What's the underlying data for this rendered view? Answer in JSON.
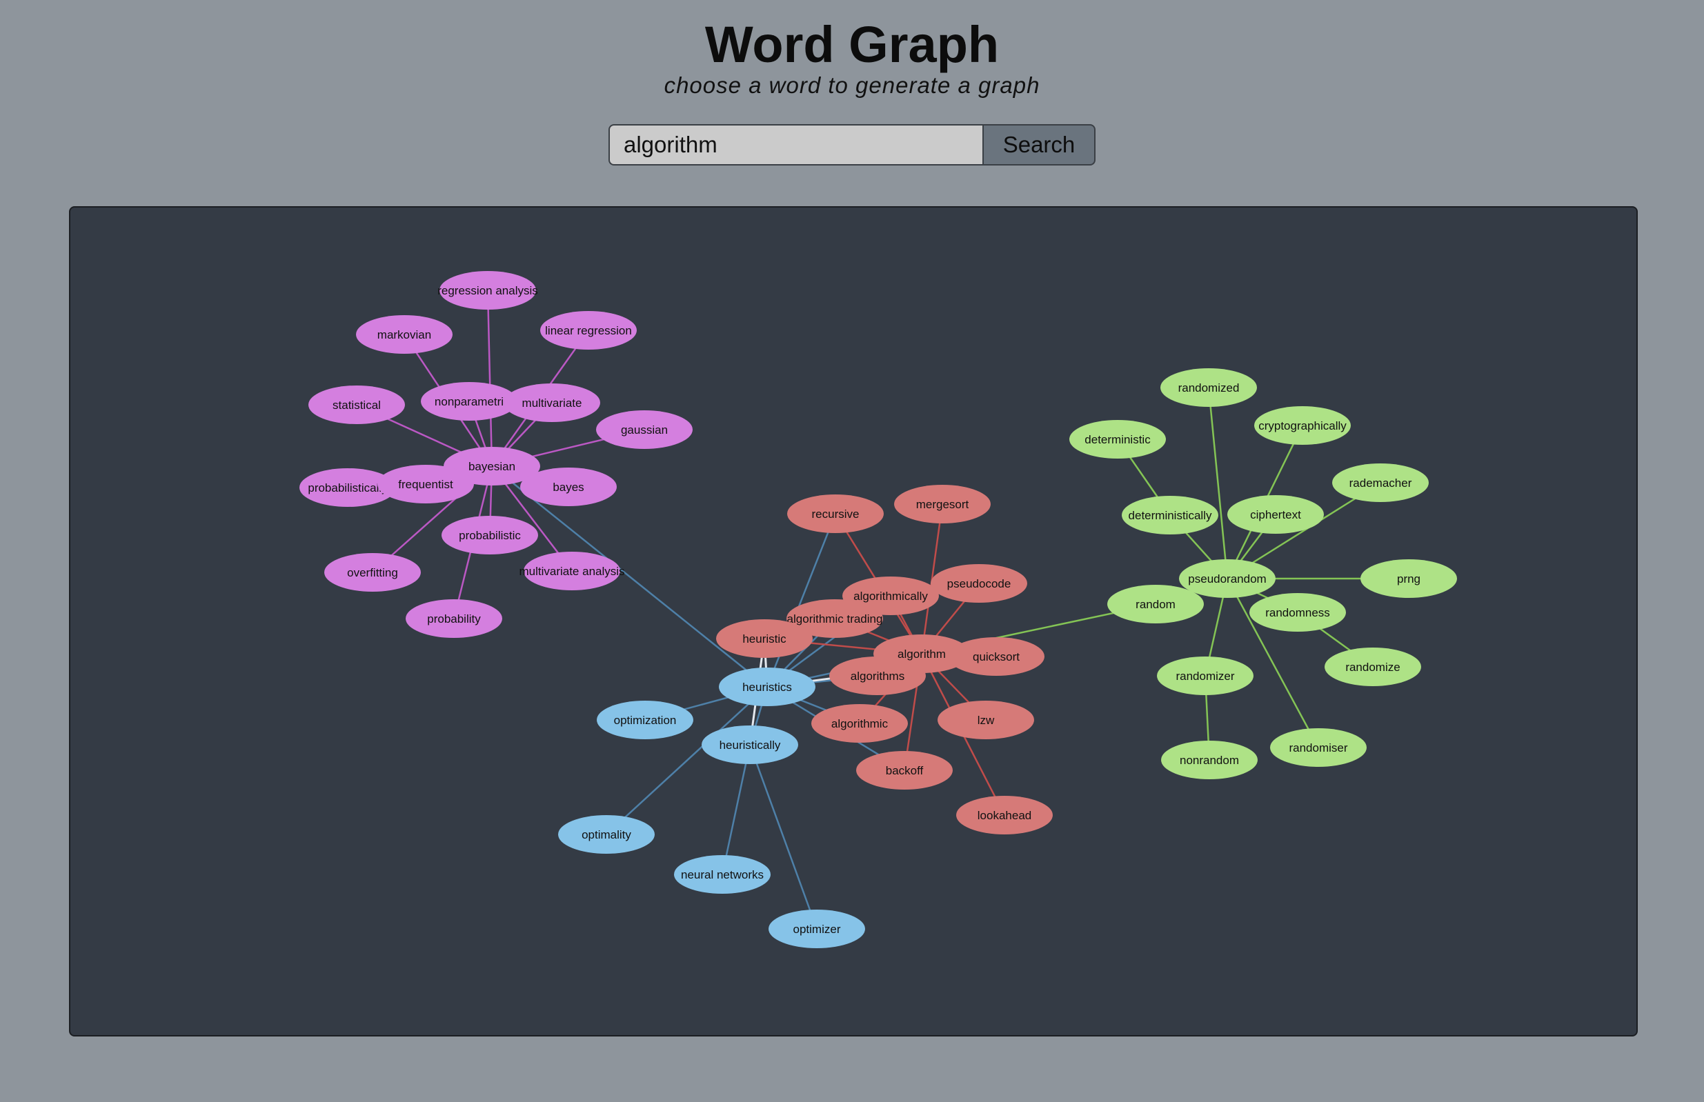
{
  "header": {
    "title": "Word Graph",
    "subtitle": "choose a word to generate a graph"
  },
  "search": {
    "value": "algorithm",
    "button_label": "Search"
  },
  "graph": {
    "colors": {
      "purple": "#d47fdf",
      "red": "#d67a78",
      "blue": "#86c3e8",
      "green": "#aee286",
      "edge_purple": "#bb58c4",
      "edge_red": "#c04c4a",
      "edge_blue": "#4e80a8",
      "edge_green": "#84c455",
      "edge_white": "#e4e8ee",
      "panel_bg": "#343b45"
    },
    "nodes": [
      {
        "id": "bayesian",
        "label": "bayesian",
        "group": "purple"
      },
      {
        "id": "regression analysis",
        "label": "regression analysis",
        "group": "purple"
      },
      {
        "id": "markovian",
        "label": "markovian",
        "group": "purple"
      },
      {
        "id": "linear regression",
        "label": "linear regression",
        "group": "purple"
      },
      {
        "id": "nonparametric",
        "label": "nonparametri",
        "group": "purple"
      },
      {
        "id": "multivariate",
        "label": "multivariate",
        "group": "purple"
      },
      {
        "id": "statistical",
        "label": "statistical",
        "group": "purple"
      },
      {
        "id": "gaussian",
        "label": "gaussian",
        "group": "purple"
      },
      {
        "id": "probabilistically",
        "label": "probabilistically",
        "group": "purple"
      },
      {
        "id": "frequentist",
        "label": "frequentist",
        "group": "purple"
      },
      {
        "id": "bayes",
        "label": "bayes",
        "group": "purple"
      },
      {
        "id": "probabilistic",
        "label": "probabilistic",
        "group": "purple"
      },
      {
        "id": "overfitting",
        "label": "overfitting",
        "group": "purple"
      },
      {
        "id": "multivariate analysis",
        "label": "multivariate analysis",
        "group": "purple"
      },
      {
        "id": "probability",
        "label": "probability",
        "group": "purple"
      },
      {
        "id": "recursive",
        "label": "recursive",
        "group": "red"
      },
      {
        "id": "mergesort",
        "label": "mergesort",
        "group": "red"
      },
      {
        "id": "pseudocode",
        "label": "pseudocode",
        "group": "red"
      },
      {
        "id": "algorithmically",
        "label": "algorithmically",
        "group": "red"
      },
      {
        "id": "algorithmic trading",
        "label": "algorithmic trading",
        "group": "red"
      },
      {
        "id": "heuristic",
        "label": "heuristic",
        "group": "red"
      },
      {
        "id": "algorithm",
        "label": "algorithm",
        "group": "red"
      },
      {
        "id": "quicksort",
        "label": "quicksort",
        "group": "red"
      },
      {
        "id": "algorithms",
        "label": "algorithms",
        "group": "red"
      },
      {
        "id": "lzw",
        "label": "lzw",
        "group": "red"
      },
      {
        "id": "algorithmic",
        "label": "algorithmic",
        "group": "red"
      },
      {
        "id": "backoff",
        "label": "backoff",
        "group": "red"
      },
      {
        "id": "lookahead",
        "label": "lookahead",
        "group": "red"
      },
      {
        "id": "heuristics",
        "label": "heuristics",
        "group": "blue"
      },
      {
        "id": "optimization",
        "label": "optimization",
        "group": "blue"
      },
      {
        "id": "heuristically",
        "label": "heuristically",
        "group": "blue"
      },
      {
        "id": "optimality",
        "label": "optimality",
        "group": "blue"
      },
      {
        "id": "neural networks",
        "label": "neural networks",
        "group": "blue"
      },
      {
        "id": "optimizer",
        "label": "optimizer",
        "group": "blue"
      },
      {
        "id": "randomized",
        "label": "randomized",
        "group": "green"
      },
      {
        "id": "cryptographically",
        "label": "cryptographically",
        "group": "green"
      },
      {
        "id": "deterministic",
        "label": "deterministic",
        "group": "green"
      },
      {
        "id": "rademacher",
        "label": "rademacher",
        "group": "green"
      },
      {
        "id": "deterministically",
        "label": "deterministically",
        "group": "green"
      },
      {
        "id": "ciphertext",
        "label": "ciphertext",
        "group": "green"
      },
      {
        "id": "pseudorandom",
        "label": "pseudorandom",
        "group": "green"
      },
      {
        "id": "prng",
        "label": "prng",
        "group": "green"
      },
      {
        "id": "random",
        "label": "random",
        "group": "green"
      },
      {
        "id": "randomness",
        "label": "randomness",
        "group": "green"
      },
      {
        "id": "randomize",
        "label": "randomize",
        "group": "green"
      },
      {
        "id": "randomizer",
        "label": "randomizer",
        "group": "green"
      },
      {
        "id": "randomiser",
        "label": "randomiser",
        "group": "green"
      },
      {
        "id": "nonrandom",
        "label": "nonrandom",
        "group": "green"
      }
    ],
    "edges": [
      [
        "bayesian",
        "regression analysis",
        "purple"
      ],
      [
        "bayesian",
        "markovian",
        "purple"
      ],
      [
        "bayesian",
        "linear regression",
        "purple"
      ],
      [
        "bayesian",
        "nonparametric",
        "purple"
      ],
      [
        "bayesian",
        "multivariate",
        "purple"
      ],
      [
        "bayesian",
        "statistical",
        "purple"
      ],
      [
        "bayesian",
        "gaussian",
        "purple"
      ],
      [
        "bayesian",
        "probabilistically",
        "purple"
      ],
      [
        "bayesian",
        "frequentist",
        "purple"
      ],
      [
        "bayesian",
        "bayes",
        "purple"
      ],
      [
        "bayesian",
        "probabilistic",
        "purple"
      ],
      [
        "bayesian",
        "overfitting",
        "purple"
      ],
      [
        "bayesian",
        "multivariate analysis",
        "purple"
      ],
      [
        "bayesian",
        "probability",
        "purple"
      ],
      [
        "nonparametric",
        "multivariate",
        "purple"
      ],
      [
        "bayesian",
        "heuristics",
        "blue"
      ],
      [
        "heuristics",
        "recursive",
        "blue"
      ],
      [
        "heuristics",
        "optimization",
        "blue"
      ],
      [
        "heuristics",
        "heuristically",
        "blue"
      ],
      [
        "heuristics",
        "optimality",
        "blue"
      ],
      [
        "heuristics",
        "backoff",
        "blue"
      ],
      [
        "heuristics",
        "algorithmic",
        "blue"
      ],
      [
        "heuristics",
        "algorithmically",
        "blue"
      ],
      [
        "heuristics",
        "algorithmic trading",
        "blue"
      ],
      [
        "heuristics",
        "algorithm",
        "blue"
      ],
      [
        "heuristics",
        "algorithms",
        "blue"
      ],
      [
        "heuristically",
        "neural networks",
        "blue"
      ],
      [
        "heuristically",
        "optimizer",
        "blue"
      ],
      [
        "heuristically",
        "heuristic",
        "white"
      ],
      [
        "heuristics",
        "heuristic",
        "white"
      ],
      [
        "heuristics",
        "quicksort",
        "white"
      ],
      [
        "algorithm",
        "recursive",
        "red"
      ],
      [
        "algorithm",
        "mergesort",
        "red"
      ],
      [
        "algorithm",
        "pseudocode",
        "red"
      ],
      [
        "algorithm",
        "algorithmically",
        "red"
      ],
      [
        "algorithm",
        "algorithmic trading",
        "red"
      ],
      [
        "algorithm",
        "heuristic",
        "red"
      ],
      [
        "algorithm",
        "quicksort",
        "red"
      ],
      [
        "algorithm",
        "algorithms",
        "red"
      ],
      [
        "algorithm",
        "lzw",
        "red"
      ],
      [
        "algorithm",
        "algorithmic",
        "red"
      ],
      [
        "algorithm",
        "backoff",
        "red"
      ],
      [
        "algorithm",
        "lookahead",
        "red"
      ],
      [
        "algorithm",
        "random",
        "green"
      ],
      [
        "pseudorandom",
        "randomized",
        "green"
      ],
      [
        "pseudorandom",
        "cryptographically",
        "green"
      ],
      [
        "pseudorandom",
        "deterministically",
        "green"
      ],
      [
        "pseudorandom",
        "rademacher",
        "green"
      ],
      [
        "pseudorandom",
        "ciphertext",
        "green"
      ],
      [
        "pseudorandom",
        "prng",
        "green"
      ],
      [
        "pseudorandom",
        "random",
        "green"
      ],
      [
        "pseudorandom",
        "randomness",
        "green"
      ],
      [
        "pseudorandom",
        "randomizer",
        "green"
      ],
      [
        "pseudorandom",
        "randomiser",
        "green"
      ],
      [
        "deterministic",
        "deterministically",
        "green"
      ],
      [
        "randomness",
        "randomize",
        "green"
      ],
      [
        "randomizer",
        "nonrandom",
        "green"
      ]
    ]
  }
}
